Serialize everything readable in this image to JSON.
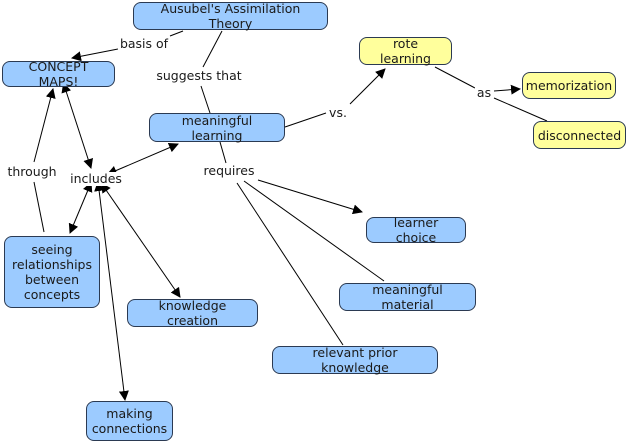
{
  "colors": {
    "concept_blue": "#9ccbff",
    "concept_yellow": "#ffff9c",
    "border": "#2b3a52",
    "line": "#000000"
  },
  "concepts": {
    "ausubel": "Ausubel's Assimilation Theory",
    "concept_maps": "CONCEPT MAPS!",
    "meaningful_learning": "meaningful learning",
    "rote_learning": "rote learning",
    "memorization": "memorization",
    "disconnected": "disconnected",
    "seeing_relationships": "seeing relationships between concepts",
    "knowledge_creation": "knowledge creation",
    "making_connections": "making connections",
    "learner_choice": "learner choice",
    "meaningful_material": "meaningful material",
    "relevant_prior_knowledge": "relevant prior knowledge"
  },
  "linking_phrases": {
    "basis_of": "basis of",
    "suggests_that": "suggests that",
    "vs": "vs.",
    "as": "as",
    "requires": "requires",
    "includes": "includes",
    "through": "through"
  }
}
